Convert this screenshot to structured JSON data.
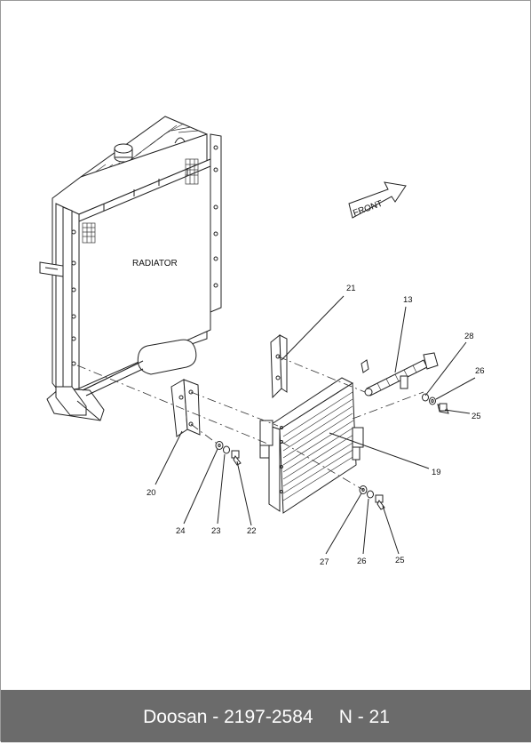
{
  "diagram": {
    "radiator_label": "RADIATOR",
    "front_label": "FRONT",
    "callouts": [
      {
        "id": "21",
        "part": "bracket-upper"
      },
      {
        "id": "13",
        "part": "hose-fitting"
      },
      {
        "id": "28",
        "part": "o-ring"
      },
      {
        "id": "26",
        "part": "washer-upper"
      },
      {
        "id": "25",
        "part": "bolt-upper"
      },
      {
        "id": "19",
        "part": "oil-cooler"
      },
      {
        "id": "20",
        "part": "bracket-lower"
      },
      {
        "id": "24",
        "part": "washer-24"
      },
      {
        "id": "23",
        "part": "washer-23"
      },
      {
        "id": "22",
        "part": "bolt-22"
      },
      {
        "id": "27",
        "part": "washer-27"
      },
      {
        "id": "26",
        "part": "washer-lower"
      },
      {
        "id": "25",
        "part": "bolt-lower"
      }
    ]
  },
  "footer": {
    "text": "Doosan - 2197-2584     N - 21"
  }
}
